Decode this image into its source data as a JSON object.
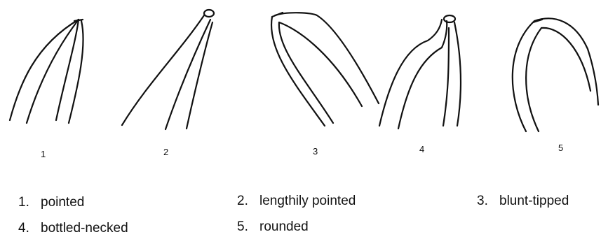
{
  "figure_numbers": [
    "1",
    "2",
    "3",
    "4",
    "5"
  ],
  "legend": [
    {
      "number": "1.",
      "label": "pointed"
    },
    {
      "number": "2.",
      "label": "lengthily pointed"
    },
    {
      "number": "3.",
      "label": "blunt-tipped"
    },
    {
      "number": "4.",
      "label": "bottled-necked"
    },
    {
      "number": "5.",
      "label": "rounded"
    }
  ]
}
